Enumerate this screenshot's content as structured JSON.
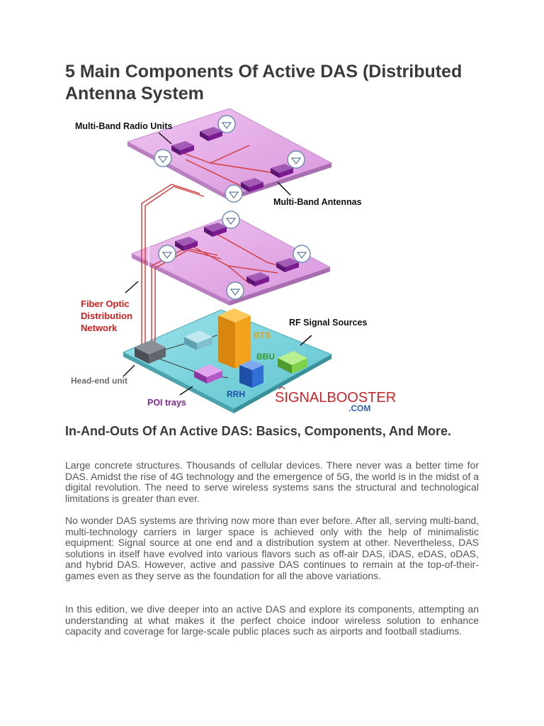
{
  "title": "5 Main Components Of Active DAS (Distributed Antenna System",
  "figure": {
    "labels": {
      "multi_band_radio_units": "Multi-Band Radio Units",
      "multi_band_antennas": "Multi-Band Antennas",
      "fiber_line1": "Fiber Optic",
      "fiber_line2": "Distribution",
      "fiber_line3": "Network",
      "rf_signal_sources": "RF Signal Sources",
      "bts": "BTS",
      "bbu": "BBU",
      "rrh": "RRH",
      "head_end_unit": "Head-end unit",
      "poi_trays": "POI trays",
      "logo_main": "SIGNALBOOSTER",
      "logo_sub": ".COM"
    },
    "colors": {
      "floor": "#e3a9e6",
      "ground": "#7dd3dd",
      "fiber": "#d13a3a",
      "unit": "#7a1c8f",
      "bts": "#f2a21c",
      "bbu": "#2f6fd6",
      "green": "#7fd14a",
      "red_label": "#cc1f1f",
      "purple_label": "#7a2a90",
      "logo": "#c8282c",
      "logo_sub": "#2f5fb0"
    }
  },
  "section_heading": "In-And-Outs Of An Active DAS: Basics, Components, And More.",
  "paragraphs": [
    "Large concrete structures. Thousands of cellular devices. There never was a better time for DAS. Amidst the rise of 4G technology and the emergence of 5G, the world is in the midst of a digital revolution. The need to serve wireless systems sans the structural and technological limitations is greater than ever.",
    "No wonder DAS systems are thriving now more than ever before. After all, serving multi-band, multi-technology carriers in larger space is achieved only with the help of minimalistic equipment: Signal source at one end and a distribution system at other. Nevertheless, DAS solutions in itself have evolved into various flavors such as off-air DAS, iDAS, eDAS, oDAS, and hybrid DAS. However, active and passive DAS continues to remain at the top-of-their-games even as they serve as the foundation for all the above variations.",
    "In this edition, we dive deeper into an active DAS and explore its components, attempting an understanding at what makes it the perfect choice indoor wireless solution to enhance capacity and coverage for large-scale public places such as airports and football stadiums."
  ]
}
